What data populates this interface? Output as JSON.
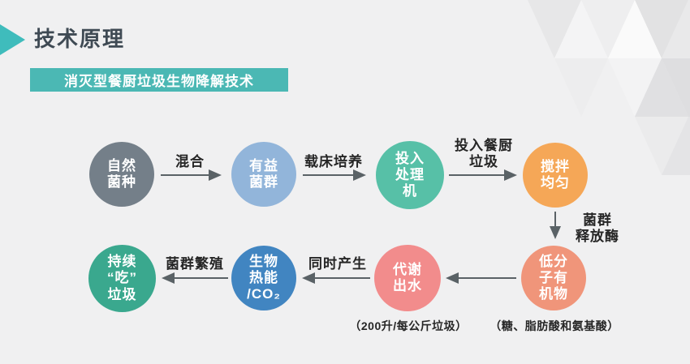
{
  "slide": {
    "title": "技术原理",
    "banner": "消灭型餐厨垃圾生物降解技术"
  },
  "colors": {
    "background": "#f0f0f1",
    "title_text": "#3f4a54",
    "accent_teal": "#3fbcbc",
    "banner_bg": "#4bb8b4",
    "arrow_gray": "#5a6266",
    "label_text": "#262626"
  },
  "flow": {
    "row1": [
      {
        "id": "natural-bacteria",
        "label": "自然\n菌种",
        "color": "#747f89"
      },
      {
        "id": "beneficial-flora",
        "label": "有益\n菌群",
        "color": "#92b5da"
      },
      {
        "id": "into-processor",
        "label": "投入\n处理\n机",
        "color": "#57c0a7"
      },
      {
        "id": "stir-evenly",
        "label": "搅拌\n均匀",
        "color": "#f5a757"
      }
    ],
    "row2": [
      {
        "id": "keep-eating-waste",
        "label": "持续\n“吃”\n垃圾",
        "color": "#3aa88e"
      },
      {
        "id": "bio-heat-co2",
        "label": "生物\n热能\n/CO₂",
        "color": "#4185c1"
      },
      {
        "id": "metabolic-water",
        "label": "代谢\n出水",
        "color": "#f28c8c"
      },
      {
        "id": "low-molecular-organics",
        "label": "低分\n子有\n机物",
        "color": "#f0957a"
      }
    ],
    "edge_labels": {
      "mix": "混合",
      "bed_culture": "载床培养",
      "add_kitchen_waste": "投入餐厨\n垃圾",
      "flora_release_enzyme": "菌群\n释放酶",
      "simultaneously_produce": "同时产生",
      "flora_breed": "菌群繁殖"
    },
    "captions": {
      "metabolic_water": "（200升/每公斤垃圾）",
      "organics": "（糖、脂肪酸和氨基酸）"
    }
  }
}
